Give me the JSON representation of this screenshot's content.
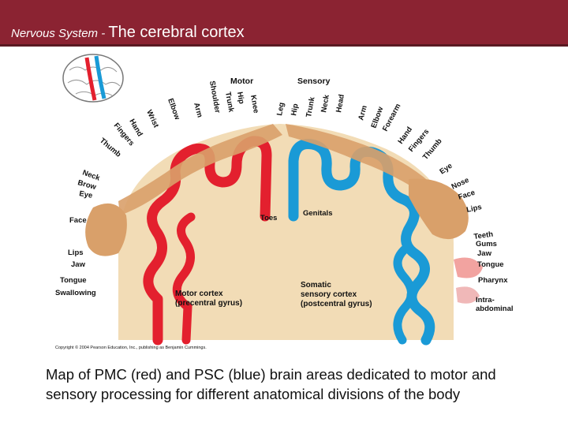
{
  "header": {
    "prefix": "Nervous System - ",
    "title": "The cerebral cortex",
    "color": "#8b2332"
  },
  "diagram": {
    "motor_heading": "Motor",
    "sensory_heading": "Sensory",
    "motor_labels": [
      "Toes",
      "Knee",
      "Hip",
      "Trunk",
      "Shoulder",
      "Arm",
      "Elbow",
      "Wrist",
      "Hand",
      "Fingers",
      "Thumb",
      "Neck",
      "Brow",
      "Eye",
      "Face",
      "Lips",
      "Jaw",
      "Tongue",
      "Swallowing"
    ],
    "sensory_labels": [
      "Genitals",
      "Leg",
      "Hip",
      "Trunk",
      "Neck",
      "Head",
      "Arm",
      "Elbow",
      "Forearm",
      "Hand",
      "Fingers",
      "Thumb",
      "Eye",
      "Nose",
      "Face",
      "Lips",
      "Teeth",
      "Gums",
      "Jaw",
      "Tongue",
      "Pharynx",
      "Intra-",
      "abdominal"
    ],
    "motor_cortex_line1": "Motor cortex",
    "motor_cortex_line2": "(precentral gyrus)",
    "sensory_cortex_line1": "Somatic",
    "sensory_cortex_line2": "sensory cortex",
    "sensory_cortex_line3": "(postcentral gyrus)",
    "copyright": "Copyright © 2004 Pearson Education, Inc., publishing as Benjamin Cummings.",
    "colors": {
      "motor": "#e3202e",
      "sensory": "#1a9ad6",
      "tissue": "#f2dcb6",
      "homunculus": "#d9a06a"
    }
  },
  "caption": "Map of PMC (red) and PSC (blue) brain areas dedicated to motor and sensory processing for different anatomical divisions of the body"
}
